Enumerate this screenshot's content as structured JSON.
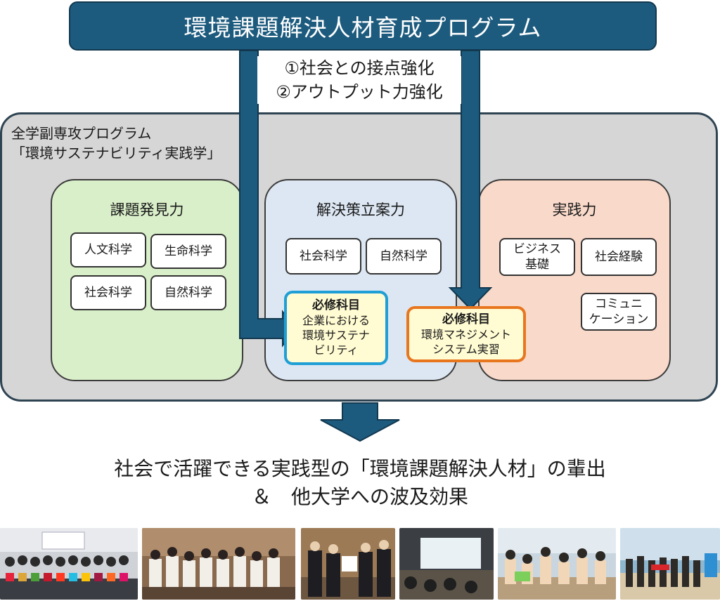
{
  "title": "環境課題解決人材育成プログラム",
  "points": [
    "①社会との接点強化",
    "②アウトプット力強化"
  ],
  "program_label": [
    "全学副専攻プログラム",
    "「環境サステナビリティ実践学」"
  ],
  "panels": {
    "discovery": {
      "title": "課題発見力",
      "chips": [
        "人文科学",
        "生命科学",
        "社会科学",
        "自然科学"
      ]
    },
    "solution": {
      "title": "解決策立案力",
      "chips": [
        "社会科学",
        "自然科学"
      ],
      "required": {
        "head": "必修科目",
        "lines": [
          "企業における",
          "環境サステナ",
          "ビリティ"
        ]
      }
    },
    "practice": {
      "title": "実践力",
      "chips": [
        [
          "ビジネス",
          "基礎"
        ],
        [
          "社会経験"
        ],
        [
          "コミュニ",
          "ケーション"
        ]
      ],
      "required": {
        "head": "必修科目",
        "lines": [
          "環境マネジメント",
          "システム実習"
        ]
      }
    }
  },
  "outcome": [
    "社会で活躍できる実践型の「環境課題解決人材」の輩出",
    "＆　他大学への波及効果"
  ],
  "colors": {
    "navy": "#1d5b7e",
    "green_panel": "#d9efc9",
    "blue_panel": "#dce7f3",
    "pink_panel": "#f9d9c9",
    "required_fill": "#fffbd2",
    "required_blue_border": "#1f9fd6",
    "required_orange_border": "#e8761f"
  },
  "photos": [
    "group-photo-1",
    "group-photo-2",
    "group-photo-3",
    "group-photo-4",
    "group-photo-5",
    "group-photo-6"
  ]
}
